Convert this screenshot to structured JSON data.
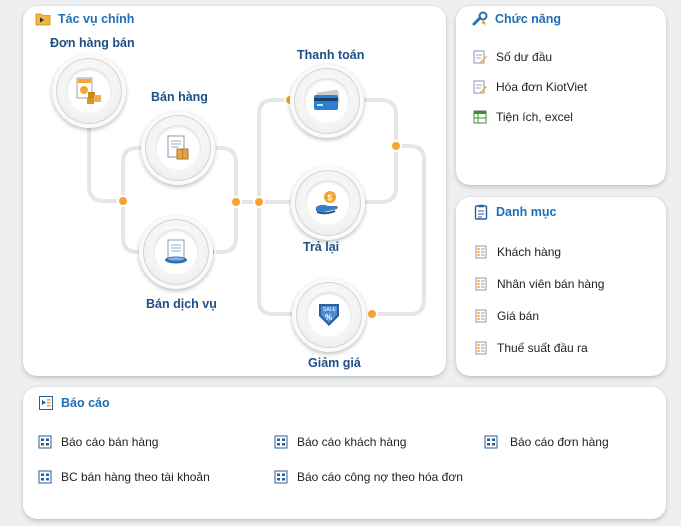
{
  "main_tasks": {
    "title": "Tác vụ chính",
    "nodes": {
      "sales_order": "Đơn hàng bán",
      "sales": "Bán hàng",
      "service_sale": "Bán dịch vụ",
      "payment": "Thanh toán",
      "returns": "Trả lại",
      "discount": "Giảm giá"
    }
  },
  "functions": {
    "title": "Chức năng",
    "items": [
      "Số dư đầu",
      "Hóa đơn KiotViet",
      "Tiện ích, excel"
    ]
  },
  "catalog": {
    "title": "Danh mục",
    "items": [
      "Khách hàng",
      "Nhân viên bán hàng",
      "Giá bán",
      "Thuế suất đầu ra"
    ]
  },
  "reports": {
    "title": "Báo cáo",
    "items": [
      "Báo cáo bán hàng",
      "Báo cáo khách hàng",
      "Báo cáo đơn hàng",
      "BC bán hàng theo tài khoản",
      "Báo cáo công nợ theo hóa đơn"
    ]
  },
  "colors": {
    "accent": "#1d6fb8",
    "node_label": "#1e4f85",
    "connector_dot": "#f2a531",
    "connector_line": "#e6e6e6"
  },
  "icons": {
    "main_tasks": "folder-arrow-icon",
    "functions": "tools-icon",
    "catalog": "clipboard-list-icon",
    "reports": "report-icon"
  }
}
